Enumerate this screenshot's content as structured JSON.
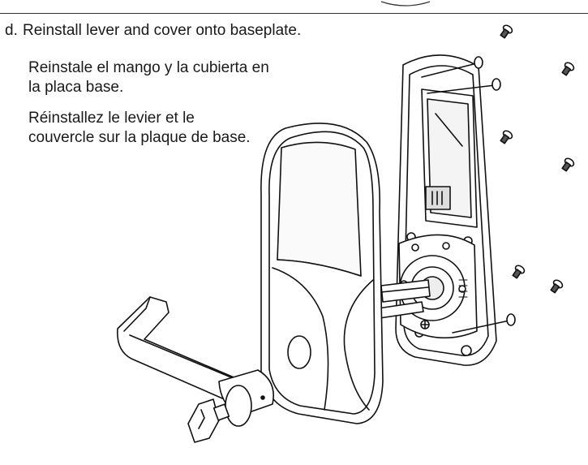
{
  "step": {
    "letter": "d.",
    "text_en": "Reinstall lever and cover onto baseplate.",
    "text_es": "Reinstale el mango y la cubierta en la placa base.",
    "text_fr": "Réinstallez le levier et le couvercle sur la plaque de base."
  },
  "illustration": {
    "parts": [
      "lever-handle",
      "cover",
      "baseplate",
      "screws",
      "key"
    ]
  }
}
